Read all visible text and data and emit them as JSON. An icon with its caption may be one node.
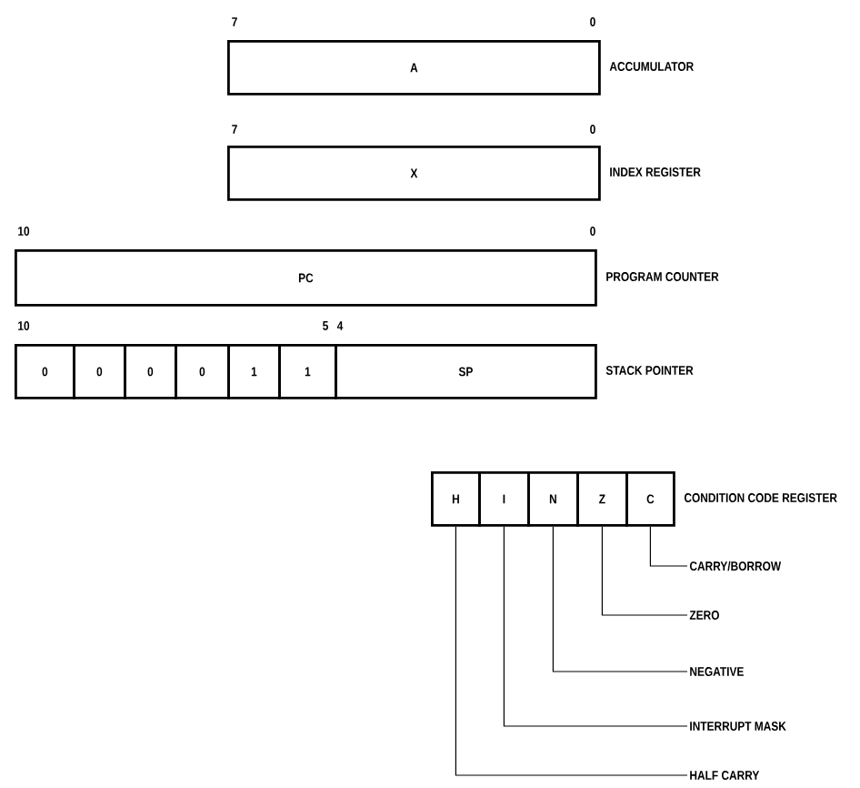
{
  "diagram": {
    "nodes": [
      {
        "text": [
          "A"
        ],
        "beside": [
          "ACCUMULATOR"
        ]
      },
      {
        "text": [
          "X"
        ],
        "beside": [
          "INDEX REGISTER"
        ]
      },
      {
        "text": [
          "PC"
        ],
        "beside": [
          "PROGRAM COUNTER"
        ]
      },
      {
        "text": [
          "0"
        ]
      },
      {
        "text": [
          "0"
        ]
      },
      {
        "text": [
          "0"
        ]
      },
      {
        "text": [
          "0"
        ]
      },
      {
        "text": [
          "1"
        ]
      },
      {
        "text": [
          "1"
        ]
      },
      {
        "text": [
          "SP"
        ],
        "beside": [
          "STACK POINTER"
        ]
      },
      {
        "text": [
          "H"
        ]
      },
      {
        "text": [
          "I"
        ]
      },
      {
        "text": [
          "N"
        ]
      },
      {
        "text": [
          "Z"
        ]
      },
      {
        "text": [
          "C"
        ],
        "beside": [
          "CONDITION CODE REGISTER"
        ]
      },
      {
        "text": [
          "CARRY/BORROW"
        ]
      },
      {
        "text": [
          "ZERO"
        ]
      },
      {
        "text": [
          "NEGATIVE"
        ]
      },
      {
        "text": [
          "INTERRUPT MASK"
        ]
      },
      {
        "text": [
          "HALF CARRY"
        ]
      }
    ],
    "edges": [
      {
        "from": 15,
        "to": 14,
        "arrow": "none"
      },
      {
        "from": 16,
        "to": 13,
        "arrow": "none"
      },
      {
        "from": 17,
        "to": 12,
        "arrow": "none"
      },
      {
        "from": 18,
        "to": 11,
        "arrow": "none"
      },
      {
        "from": 19,
        "to": 10,
        "arrow": "none"
      }
    ],
    "labels": [
      "7",
      "0",
      "7",
      "0",
      "10",
      "0",
      "10",
      "5",
      "4"
    ]
  }
}
